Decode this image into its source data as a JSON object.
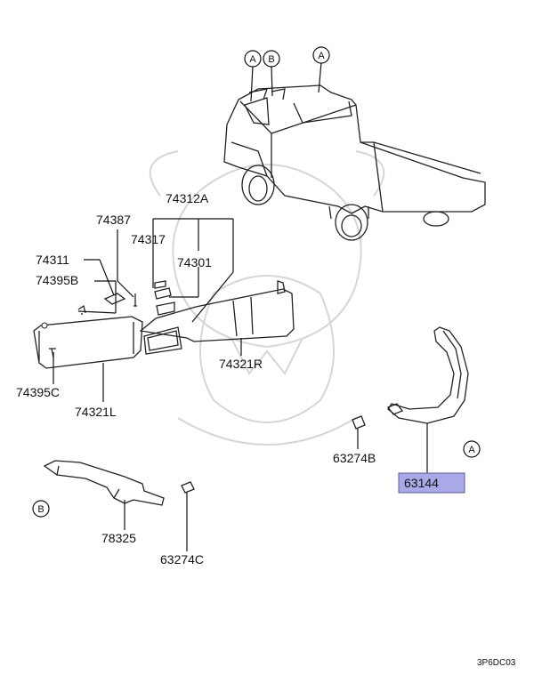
{
  "diagram": {
    "labels": {
      "p74312A": "74312A",
      "p74387": "74387",
      "p74317": "74317",
      "p74301": "74301",
      "p74311": "74311",
      "p74395B": "74395B",
      "p74395C": "74395C",
      "p74321L": "74321L",
      "p74321R": "74321R",
      "p63274B": "63274B",
      "p63144": "63144",
      "p78325": "78325",
      "p63274C": "63274C"
    },
    "callouts": {
      "a_top_left": "A",
      "b_top": "B",
      "a_top_right": "A",
      "a_right": "A",
      "b_left": "B"
    },
    "diagram_code": "3P6DC03",
    "highlight_color": "#a9a9e8"
  }
}
